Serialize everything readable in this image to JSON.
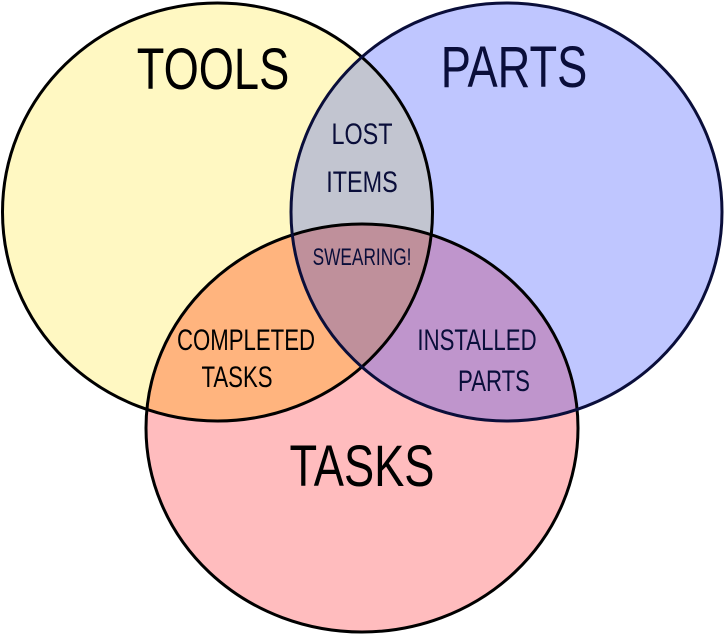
{
  "diagram": {
    "type": "venn",
    "sets": [
      {
        "id": "tools",
        "label": "TOOLS",
        "fill": "#FFF8C2",
        "stroke": "#000000",
        "text_color": "#000000"
      },
      {
        "id": "parts",
        "label": "PARTS",
        "fill": "#BFC6FF",
        "stroke": "#0A0E3A",
        "text_color": "#0A0E3A"
      },
      {
        "id": "tasks",
        "label": "TASKS",
        "fill": "#FFBCBE",
        "stroke": "#000000",
        "text_color": "#000000"
      }
    ],
    "intersections": [
      {
        "sets": [
          "tools",
          "parts"
        ],
        "label_lines": [
          "LOST",
          "ITEMS"
        ],
        "fill": "#C2C5D0",
        "text_color": "#0A0E3A"
      },
      {
        "sets": [
          "tools",
          "tasks"
        ],
        "label_lines": [
          "COMPLETED",
          "TASKS"
        ],
        "fill": "#FFB47E",
        "text_color": "#000000"
      },
      {
        "sets": [
          "parts",
          "tasks"
        ],
        "label_lines": [
          "INSTALLED",
          "PARTS"
        ],
        "fill": "#BF95CC",
        "text_color": "#0A0E3A"
      },
      {
        "sets": [
          "tools",
          "parts",
          "tasks"
        ],
        "label_lines": [
          "SWEARING!"
        ],
        "fill": "#BF909B",
        "text_color": "#0A0E3A"
      }
    ]
  }
}
